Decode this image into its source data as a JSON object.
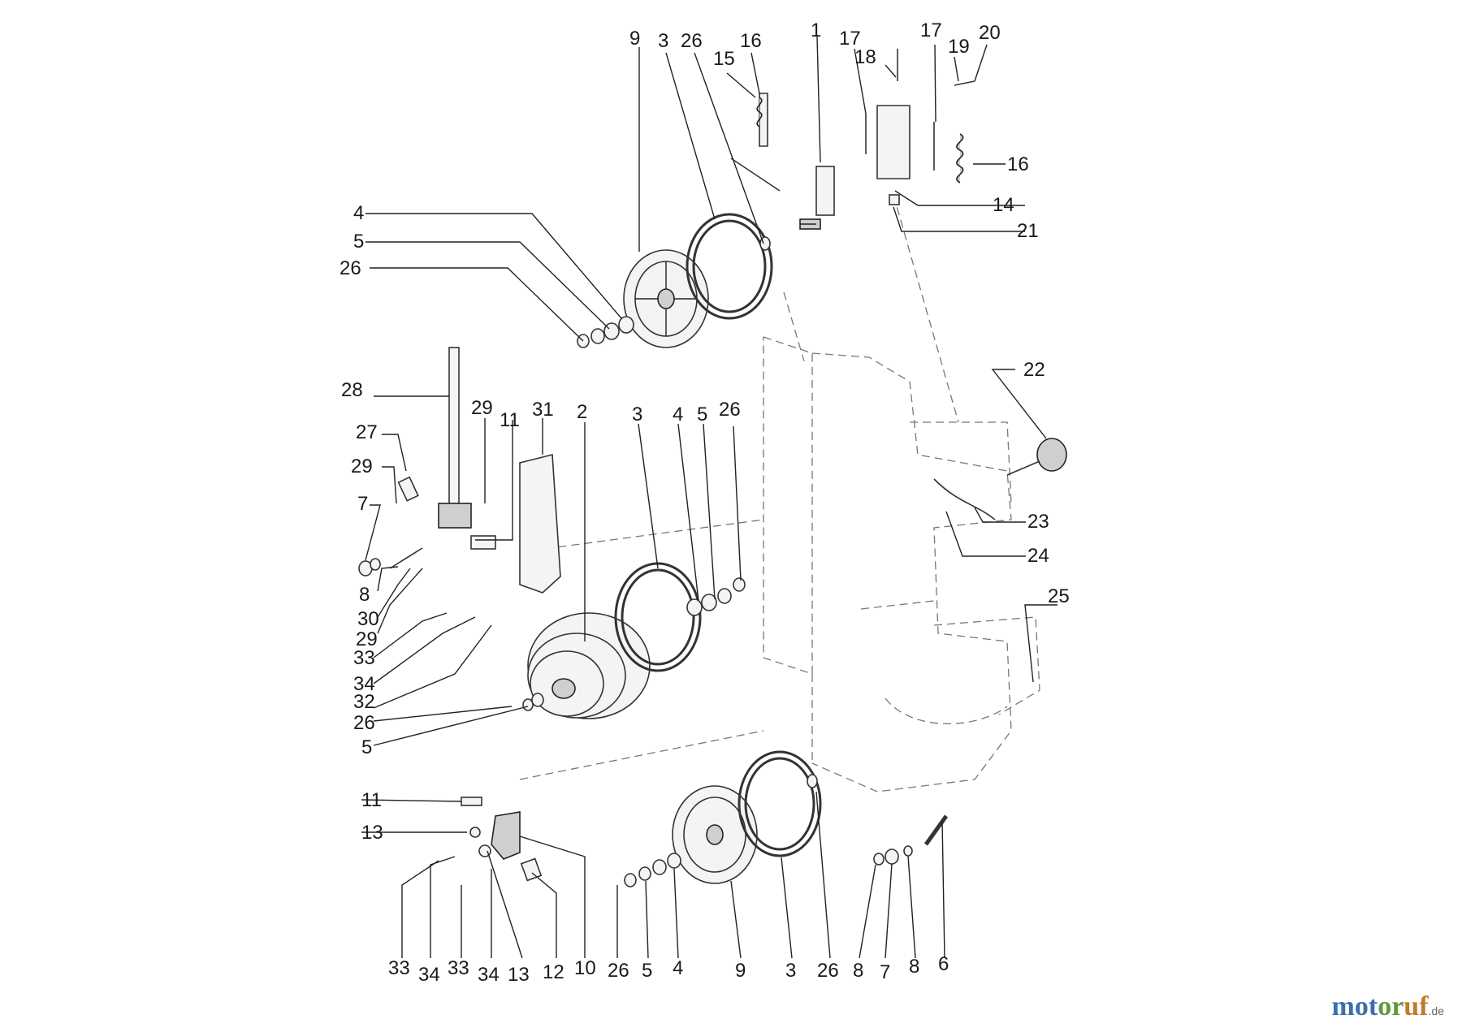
{
  "brand": {
    "name_a": "mot",
    "name_b": "or",
    "name_c": "uf",
    "tld": ".de",
    "colors": [
      "#3a6fb0",
      "#5f9a3a",
      "#c07a2a"
    ]
  },
  "callouts": [
    {
      "id": "c9a",
      "text": "9"
    },
    {
      "id": "c3a",
      "text": "3"
    },
    {
      "id": "c26a",
      "text": "26"
    },
    {
      "id": "c15a",
      "text": "15"
    },
    {
      "id": "c16a",
      "text": "16"
    },
    {
      "id": "c1a",
      "text": "1"
    },
    {
      "id": "c17a",
      "text": "17"
    },
    {
      "id": "c18a",
      "text": "18"
    },
    {
      "id": "c17b",
      "text": "17"
    },
    {
      "id": "c19a",
      "text": "19"
    },
    {
      "id": "c20a",
      "text": "20"
    },
    {
      "id": "c16b",
      "text": "16"
    },
    {
      "id": "c14a",
      "text": "14"
    },
    {
      "id": "c21a",
      "text": "21"
    },
    {
      "id": "c4a",
      "text": "4"
    },
    {
      "id": "c5a",
      "text": "5"
    },
    {
      "id": "c26b",
      "text": "26"
    },
    {
      "id": "c22a",
      "text": "22"
    },
    {
      "id": "c28a",
      "text": "28"
    },
    {
      "id": "c29a",
      "text": "29"
    },
    {
      "id": "c11a",
      "text": "11"
    },
    {
      "id": "c31a",
      "text": "31"
    },
    {
      "id": "c2a",
      "text": "2"
    },
    {
      "id": "c3b",
      "text": "3"
    },
    {
      "id": "c4b",
      "text": "4"
    },
    {
      "id": "c5b",
      "text": "5"
    },
    {
      "id": "c26c",
      "text": "26"
    },
    {
      "id": "c27a",
      "text": "27"
    },
    {
      "id": "c29b",
      "text": "29"
    },
    {
      "id": "c7a",
      "text": "7"
    },
    {
      "id": "c23a",
      "text": "23"
    },
    {
      "id": "c24a",
      "text": "24"
    },
    {
      "id": "c8a",
      "text": "8"
    },
    {
      "id": "c30a",
      "text": "30"
    },
    {
      "id": "c29c",
      "text": "29"
    },
    {
      "id": "c25a",
      "text": "25"
    },
    {
      "id": "c33a",
      "text": "33"
    },
    {
      "id": "c34a",
      "text": "34"
    },
    {
      "id": "c32a",
      "text": "32"
    },
    {
      "id": "c26d",
      "text": "26"
    },
    {
      "id": "c5c",
      "text": "5"
    },
    {
      "id": "c11b",
      "text": "11"
    },
    {
      "id": "c13a",
      "text": "13"
    },
    {
      "id": "c33b",
      "text": "33"
    },
    {
      "id": "c34b",
      "text": "34"
    },
    {
      "id": "c33c",
      "text": "33"
    },
    {
      "id": "c34c",
      "text": "34"
    },
    {
      "id": "c13b",
      "text": "13"
    },
    {
      "id": "c12a",
      "text": "12"
    },
    {
      "id": "c10a",
      "text": "10"
    },
    {
      "id": "c26e",
      "text": "26"
    },
    {
      "id": "c5d",
      "text": "5"
    },
    {
      "id": "c4c",
      "text": "4"
    },
    {
      "id": "c9b",
      "text": "9"
    },
    {
      "id": "c3c",
      "text": "3"
    },
    {
      "id": "c26f",
      "text": "26"
    },
    {
      "id": "c8b",
      "text": "8"
    },
    {
      "id": "c7b",
      "text": "7"
    },
    {
      "id": "c8c",
      "text": "8"
    },
    {
      "id": "c6a",
      "text": "6"
    }
  ]
}
